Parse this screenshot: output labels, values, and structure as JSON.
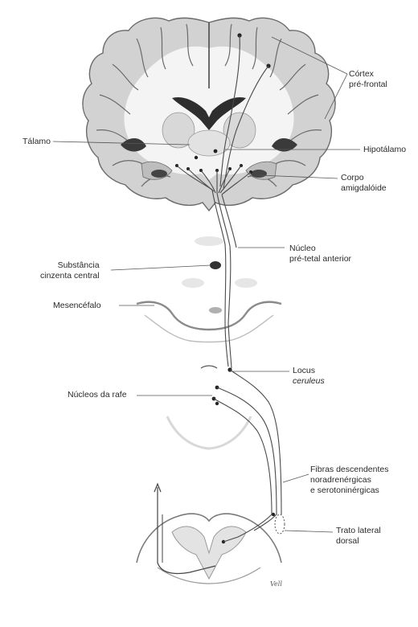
{
  "colors": {
    "paper": "#ffffff",
    "cortex_gray": "#cfcfcf",
    "deep_gray": "#9a9a9a",
    "dark": "#2a2a2a",
    "line": "#555555"
  },
  "labels": {
    "cortex_prefrontal": [
      "Córtex",
      "pré-frontal"
    ],
    "talamo": "Tálamo",
    "hipotalamo": "Hipotálamo",
    "corpo_amigdaloide": [
      "Corpo",
      "amigdalóide"
    ],
    "nucleo_pretetal": [
      "Núcleo",
      "pré-tetal anterior"
    ],
    "substancia_cinzenta": [
      "Substância",
      "cinzenta central"
    ],
    "mesencefalo": "Mesencéfalo",
    "locus": [
      "Locus",
      "ceruleus"
    ],
    "nucleos_rafe": "Núcleos da rafe",
    "fibras": [
      "Fibras descendentes",
      "noradrenérgicas",
      "e serotoninérgicas"
    ],
    "trato_lateral": [
      "Trato lateral",
      "dorsal"
    ],
    "signature": "Vell"
  }
}
